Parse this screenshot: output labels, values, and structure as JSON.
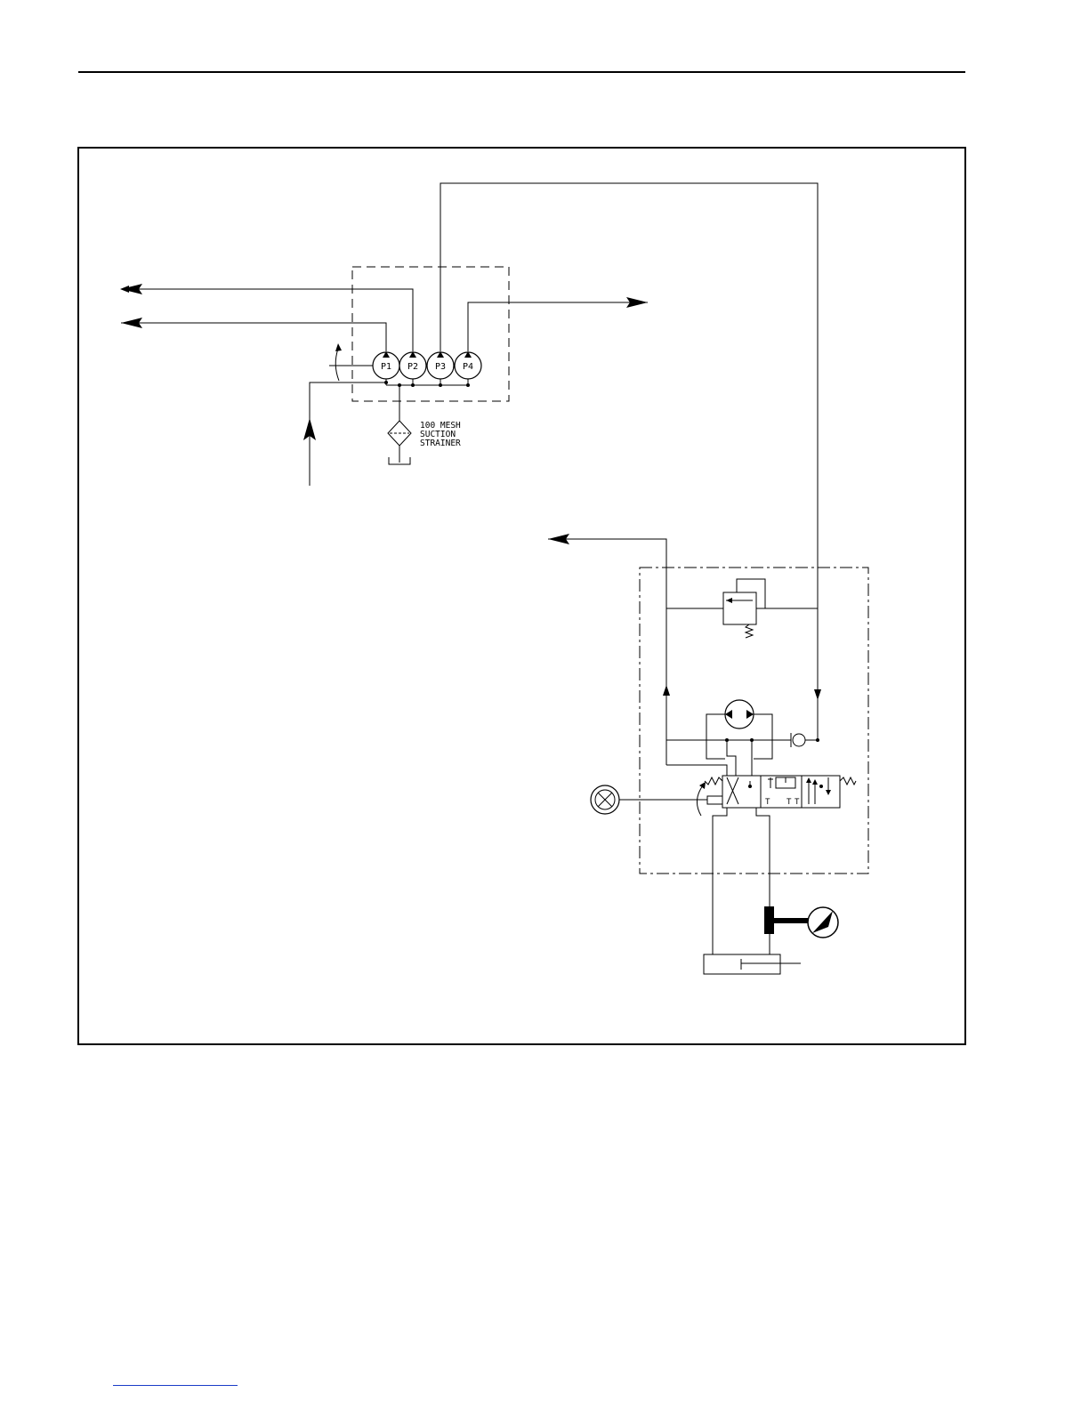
{
  "diagram": {
    "pumps": [
      {
        "id": "p1",
        "label": "P1"
      },
      {
        "id": "p2",
        "label": "P2"
      },
      {
        "id": "p3",
        "label": "P3"
      },
      {
        "id": "p4",
        "label": "P4"
      }
    ],
    "strainer": {
      "line1": "100 MESH",
      "line2": "SUCTION",
      "line3": "STRAINER"
    },
    "valve_ports": {
      "t1": "T",
      "t2": "T",
      "t3": "T"
    }
  }
}
